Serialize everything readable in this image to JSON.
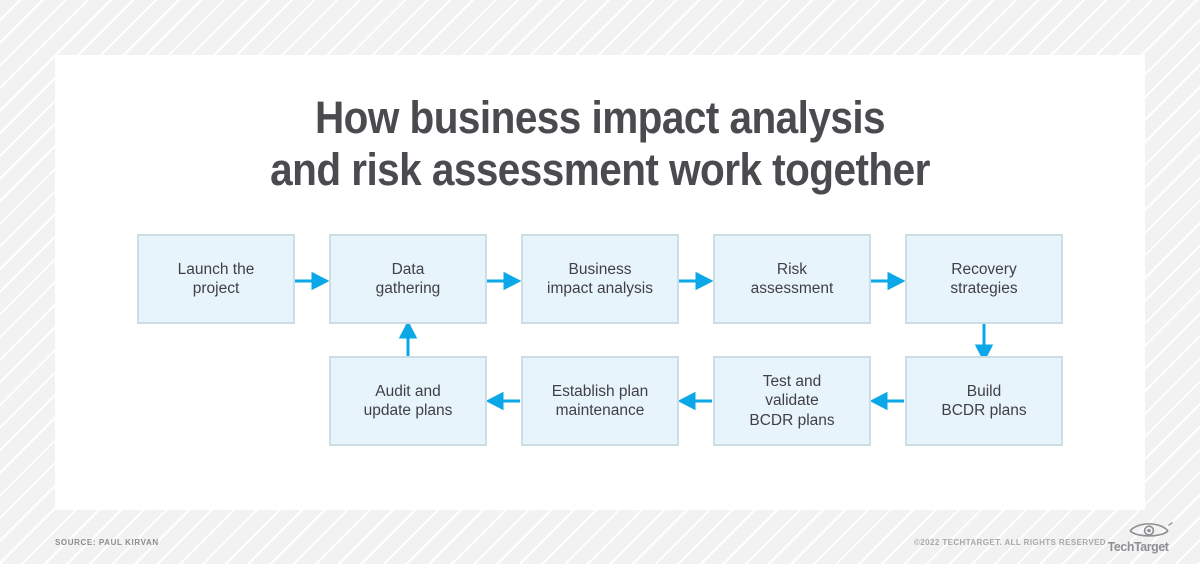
{
  "background": {
    "base_color": "#f2f2f3",
    "stripe_color": "#ffffff"
  },
  "card": {
    "background_color": "#ffffff"
  },
  "title": {
    "line1": "How business impact analysis",
    "line2": "and risk assessment work together",
    "color": "#4a4a4f"
  },
  "palette": {
    "node_fill": "#e8f4fb",
    "node_border": "#ccdde6",
    "node_text": "#404045",
    "arrow": "#0aa8e6"
  },
  "diagram": {
    "type": "flowchart",
    "nodes": [
      {
        "id": "launch",
        "label": "Launch the\nproject",
        "row": 1,
        "col": 1
      },
      {
        "id": "data",
        "label": "Data\ngathering",
        "row": 1,
        "col": 2
      },
      {
        "id": "bia",
        "label": "Business\nimpact analysis",
        "row": 1,
        "col": 3
      },
      {
        "id": "risk",
        "label": "Risk\nassessment",
        "row": 1,
        "col": 4
      },
      {
        "id": "recovery",
        "label": "Recovery\nstrategies",
        "row": 1,
        "col": 5
      },
      {
        "id": "audit",
        "label": "Audit and\nupdate plans",
        "row": 2,
        "col": 2
      },
      {
        "id": "establish",
        "label": "Establish plan\nmaintenance",
        "row": 2,
        "col": 3
      },
      {
        "id": "test",
        "label": "Test and\nvalidate\nBCDR plans",
        "row": 2,
        "col": 4
      },
      {
        "id": "build",
        "label": "Build\nBCDR plans",
        "row": 2,
        "col": 5
      }
    ],
    "edges": [
      {
        "from": "launch",
        "to": "data",
        "direction": "right"
      },
      {
        "from": "data",
        "to": "bia",
        "direction": "right"
      },
      {
        "from": "bia",
        "to": "risk",
        "direction": "right"
      },
      {
        "from": "risk",
        "to": "recovery",
        "direction": "right"
      },
      {
        "from": "recovery",
        "to": "build",
        "direction": "down"
      },
      {
        "from": "build",
        "to": "test",
        "direction": "left"
      },
      {
        "from": "test",
        "to": "establish",
        "direction": "left"
      },
      {
        "from": "establish",
        "to": "audit",
        "direction": "left"
      },
      {
        "from": "audit",
        "to": "data",
        "direction": "up"
      }
    ]
  },
  "footer": {
    "source": "SOURCE: PAUL KIRVAN",
    "copyright": "©2022 TECHTARGET. ALL RIGHTS RESERVED",
    "logo_text": "TechTarget"
  }
}
